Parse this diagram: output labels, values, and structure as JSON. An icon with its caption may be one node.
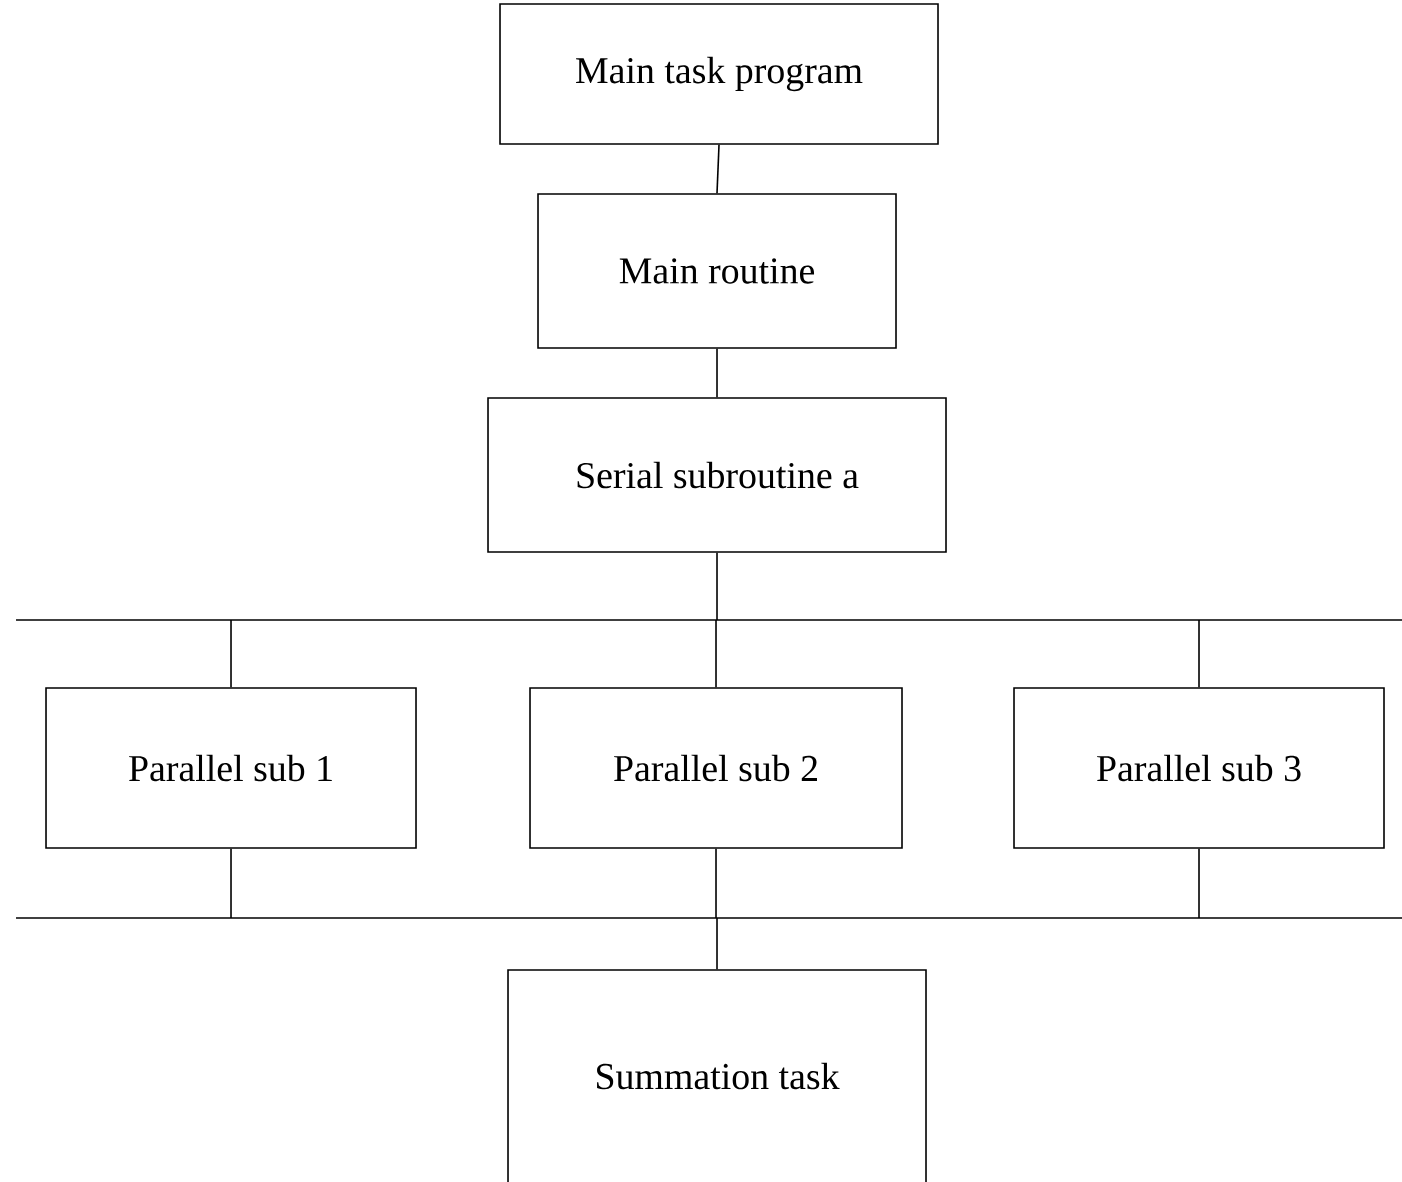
{
  "diagram": {
    "nodes": [
      {
        "text": [
          "Main task program"
        ]
      },
      {
        "text": [
          "Main routine"
        ]
      },
      {
        "text": [
          "Serial subroutine a"
        ]
      },
      {
        "text": [],
        "shape": "bar"
      },
      {
        "text": [
          "Parallel sub 1"
        ]
      },
      {
        "text": [
          "Parallel sub 2"
        ]
      },
      {
        "text": [
          "Parallel sub 3"
        ]
      },
      {
        "text": [],
        "shape": "bar"
      },
      {
        "text": [
          "Summation task"
        ]
      }
    ],
    "edges": [
      {
        "from": 0,
        "to": 1,
        "arrow": "none"
      },
      {
        "from": 1,
        "to": 2,
        "arrow": "none"
      },
      {
        "from": 2,
        "to": 3,
        "arrow": "none"
      },
      {
        "from": 3,
        "to": 4,
        "arrow": "none"
      },
      {
        "from": 3,
        "to": 5,
        "arrow": "none"
      },
      {
        "from": 3,
        "to": 6,
        "arrow": "none"
      },
      {
        "from": 4,
        "to": 7,
        "arrow": "none"
      },
      {
        "from": 5,
        "to": 7,
        "arrow": "none"
      },
      {
        "from": 6,
        "to": 7,
        "arrow": "none"
      },
      {
        "from": 7,
        "to": 8,
        "arrow": "none"
      }
    ]
  }
}
